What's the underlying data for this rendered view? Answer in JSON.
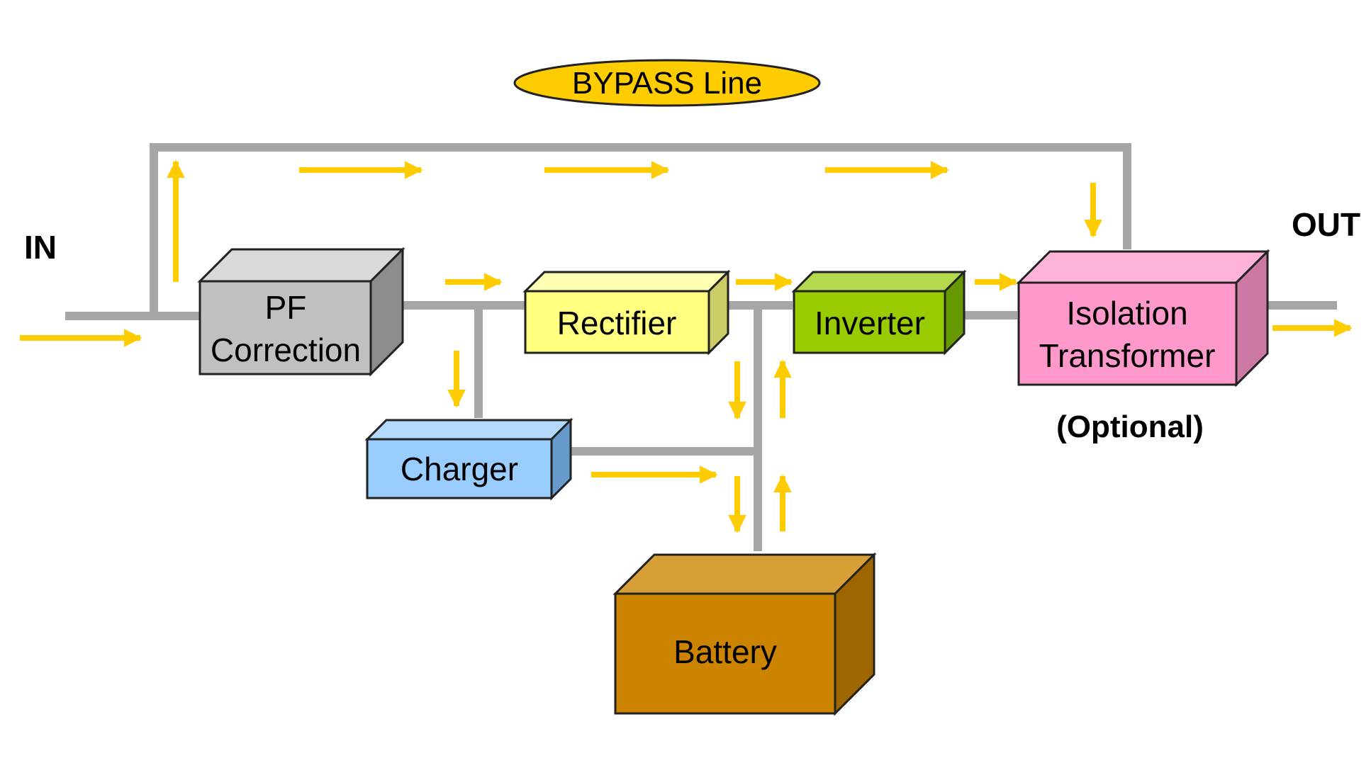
{
  "labels": {
    "in": "IN",
    "out": "OUT",
    "bypass": "BYPASS Line",
    "optional": "(Optional)"
  },
  "blocks": {
    "pf": {
      "line1": "PF",
      "line2": "Correction"
    },
    "rectifier": "Rectifier",
    "inverter": "Inverter",
    "isolation": {
      "line1": "Isolation",
      "line2": "Transformer"
    },
    "charger": "Charger",
    "battery": "Battery"
  },
  "colors": {
    "wire": "#a6a6a6",
    "arrow": "#ffcc00",
    "bypass_fill": "#ffcc00",
    "pf_correction": "#c0c0c0",
    "rectifier": "#ffff80",
    "inverter": "#99cc00",
    "isolation_transformer": "#ff99cc",
    "charger": "#99ccff",
    "battery": "#cc8400"
  },
  "icons": {
    "flow_arrow": "arrow-icon"
  }
}
